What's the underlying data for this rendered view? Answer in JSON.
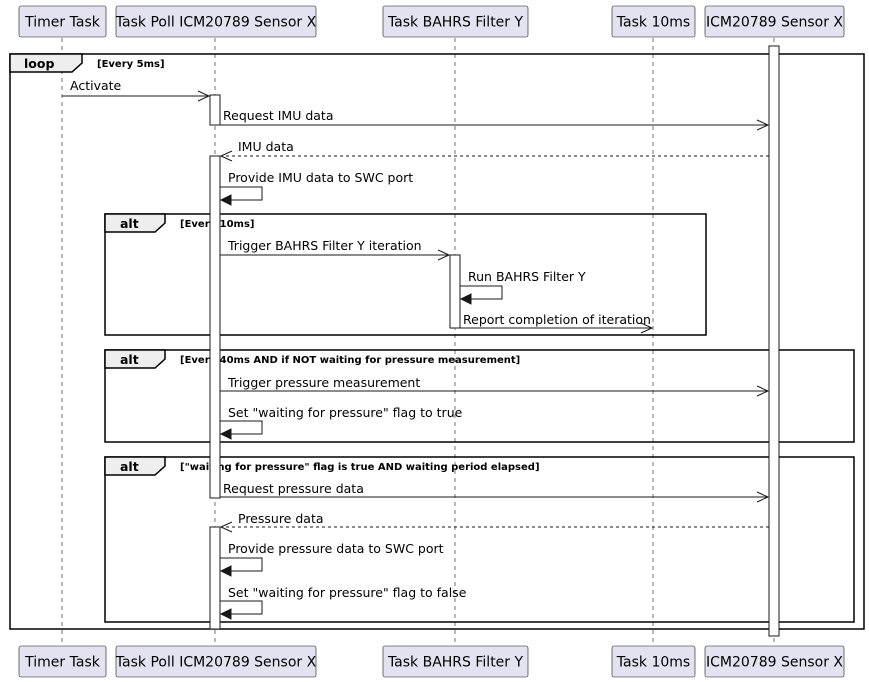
{
  "participants": [
    "Timer Task",
    "Task Poll ICM20789 Sensor X",
    "Task BAHRS Filter Y",
    "Task 10ms",
    "ICM20789 Sensor X"
  ],
  "fragments": {
    "loop": {
      "keyword": "loop",
      "guard": "[Every 5ms]"
    },
    "alt1": {
      "keyword": "alt",
      "guard": "[Every 10ms]"
    },
    "alt2": {
      "keyword": "alt",
      "guard": "[Every 40ms AND if NOT waiting for pressure measurement]"
    },
    "alt3": {
      "keyword": "alt",
      "guard": "[\"waiting for pressure\" flag is true AND waiting period elapsed]"
    }
  },
  "messages": [
    {
      "label": "Activate",
      "from": "Timer Task",
      "to": "Task Poll ICM20789 Sensor X",
      "style": "async"
    },
    {
      "label": "Request IMU data",
      "from": "Task Poll ICM20789 Sensor X",
      "to": "ICM20789 Sensor X",
      "style": "async"
    },
    {
      "label": "IMU data",
      "from": "ICM20789 Sensor X",
      "to": "Task Poll ICM20789 Sensor X",
      "style": "return"
    },
    {
      "label": "Provide IMU data to SWC port",
      "from": "Task Poll ICM20789 Sensor X",
      "to": "Task Poll ICM20789 Sensor X",
      "style": "self"
    },
    {
      "label": "Trigger BAHRS Filter Y iteration",
      "from": "Task Poll ICM20789 Sensor X",
      "to": "Task BAHRS Filter Y",
      "style": "async"
    },
    {
      "label": "Run BAHRS Filter Y",
      "from": "Task BAHRS Filter Y",
      "to": "Task BAHRS Filter Y",
      "style": "self"
    },
    {
      "label": "Report completion of iteration",
      "from": "Task BAHRS Filter Y",
      "to": "Task 10ms",
      "style": "async"
    },
    {
      "label": "Trigger pressure measurement",
      "from": "Task Poll ICM20789 Sensor X",
      "to": "ICM20789 Sensor X",
      "style": "async"
    },
    {
      "label": "Set \"waiting for pressure\" flag to true",
      "from": "Task Poll ICM20789 Sensor X",
      "to": "Task Poll ICM20789 Sensor X",
      "style": "self"
    },
    {
      "label": "Request pressure data",
      "from": "Task Poll ICM20789 Sensor X",
      "to": "ICM20789 Sensor X",
      "style": "async"
    },
    {
      "label": "Pressure data",
      "from": "ICM20789 Sensor X",
      "to": "Task Poll ICM20789 Sensor X",
      "style": "return"
    },
    {
      "label": "Provide pressure data to SWC port",
      "from": "Task Poll ICM20789 Sensor X",
      "to": "Task Poll ICM20789 Sensor X",
      "style": "self"
    },
    {
      "label": "Set \"waiting for pressure\" flag to false",
      "from": "Task Poll ICM20789 Sensor X",
      "to": "Task Poll ICM20789 Sensor X",
      "style": "self"
    }
  ],
  "colors": {
    "participant_fill": "#E2E2F0",
    "participant_border": "#181818",
    "lifeline": "#181818",
    "activation_fill": "#FFFFFF",
    "arrow": "#181818",
    "fragment_header_fill": "#EEEEEE"
  }
}
